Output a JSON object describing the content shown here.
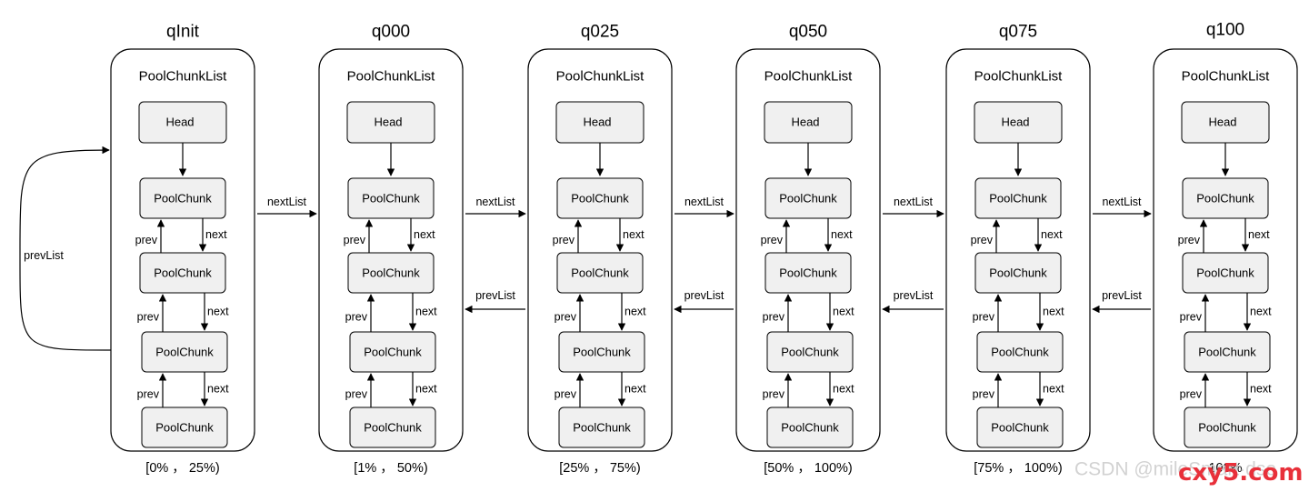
{
  "diagram": {
    "columns": [
      {
        "title": "qInit",
        "list_label": "PoolChunkList",
        "head_label": "Head",
        "chunks": [
          "PoolChunk",
          "PoolChunk",
          "PoolChunk",
          "PoolChunk"
        ],
        "range": "[0% ， 25%)"
      },
      {
        "title": "q000",
        "list_label": "PoolChunkList",
        "head_label": "Head",
        "chunks": [
          "PoolChunk",
          "PoolChunk",
          "PoolChunk",
          "PoolChunk"
        ],
        "range": "[1% ， 50%)"
      },
      {
        "title": "q025",
        "list_label": "PoolChunkList",
        "head_label": "Head",
        "chunks": [
          "PoolChunk",
          "PoolChunk",
          "PoolChunk",
          "PoolChunk"
        ],
        "range": "[25% ， 75%)"
      },
      {
        "title": "q050",
        "list_label": "PoolChunkList",
        "head_label": "Head",
        "chunks": [
          "PoolChunk",
          "PoolChunk",
          "PoolChunk",
          "PoolChunk"
        ],
        "range": "[50% ， 100%)"
      },
      {
        "title": "q075",
        "list_label": "PoolChunkList",
        "head_label": "Head",
        "chunks": [
          "PoolChunk",
          "PoolChunk",
          "PoolChunk",
          "PoolChunk"
        ],
        "range": "[75% ， 100%)"
      },
      {
        "title": "q100",
        "list_label": "PoolChunkList",
        "head_label": "Head",
        "chunks": [
          "PoolChunk",
          "PoolChunk",
          "PoolChunk",
          "PoolChunk"
        ],
        "range": "100%"
      }
    ],
    "chunk_edge_labels": {
      "prev": "prev",
      "next": "next"
    },
    "list_edge_labels": {
      "next": "nextList",
      "prev": "prevList"
    },
    "self_loop_label": "prevList"
  },
  "watermark": {
    "text": "CSDN @mileSmart·dse",
    "logo": "cxy5.com"
  },
  "colors": {
    "box_fill": "#f0f0f0",
    "stroke": "#000000",
    "watermark_text": "#d2d2d2",
    "watermark_logo": "#e8303a"
  }
}
